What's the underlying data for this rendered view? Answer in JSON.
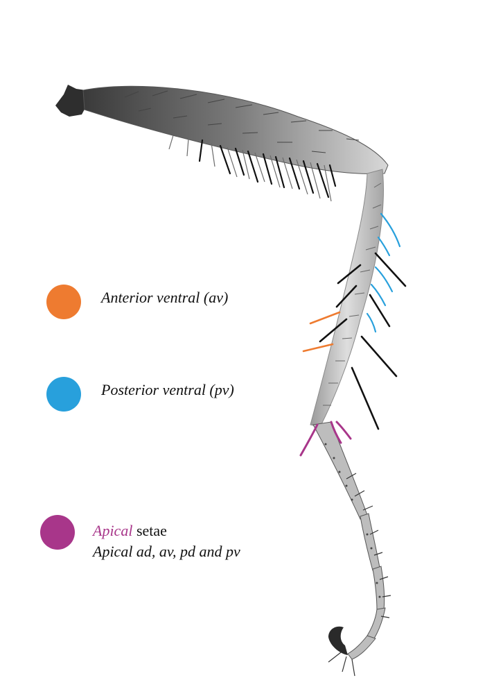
{
  "colors": {
    "anterior_ventral": "#ee7b30",
    "posterior_ventral": "#28a0dc",
    "apical": "#a8368a",
    "bristle_black": "#111111",
    "leg_fill": "#cfcfcf",
    "leg_dark": "#6e6e6e"
  },
  "legend": {
    "anterior_ventral": {
      "label": "Anterior ventral (av)",
      "icon": "orange-dot"
    },
    "posterior_ventral": {
      "label": "Posterior ventral (pv)",
      "icon": "blue-dot"
    },
    "apical": {
      "highlight": "Apical",
      "rest": "setae",
      "line2": "Apical ad, av, pd and pv",
      "icon": "purple-dot"
    }
  }
}
